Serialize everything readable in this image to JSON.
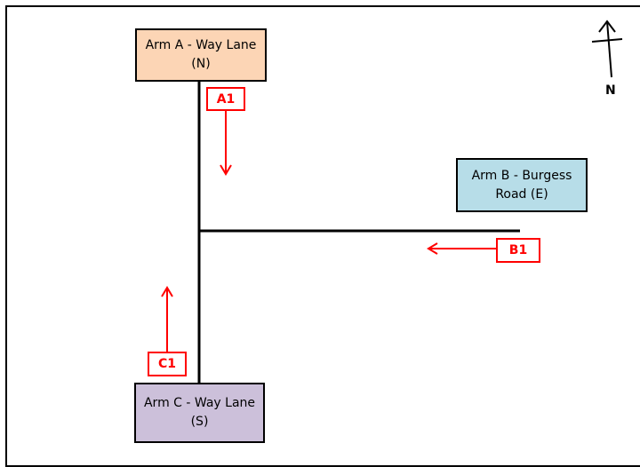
{
  "arms": {
    "a": {
      "line1": "Arm A - Way Lane",
      "line2": "(N)",
      "fill": "#fcd5b5"
    },
    "b": {
      "line1": "Arm B - Burgess",
      "line2": "Road (E)",
      "fill": "#b7dde8"
    },
    "c": {
      "line1": "Arm C - Way Lane",
      "line2": "(S)",
      "fill": "#ccc0da"
    }
  },
  "flows": {
    "a1": "A1",
    "b1": "B1",
    "c1": "C1"
  },
  "north": "N",
  "colors": {
    "road": "#000000",
    "flow": "#ff0000"
  }
}
